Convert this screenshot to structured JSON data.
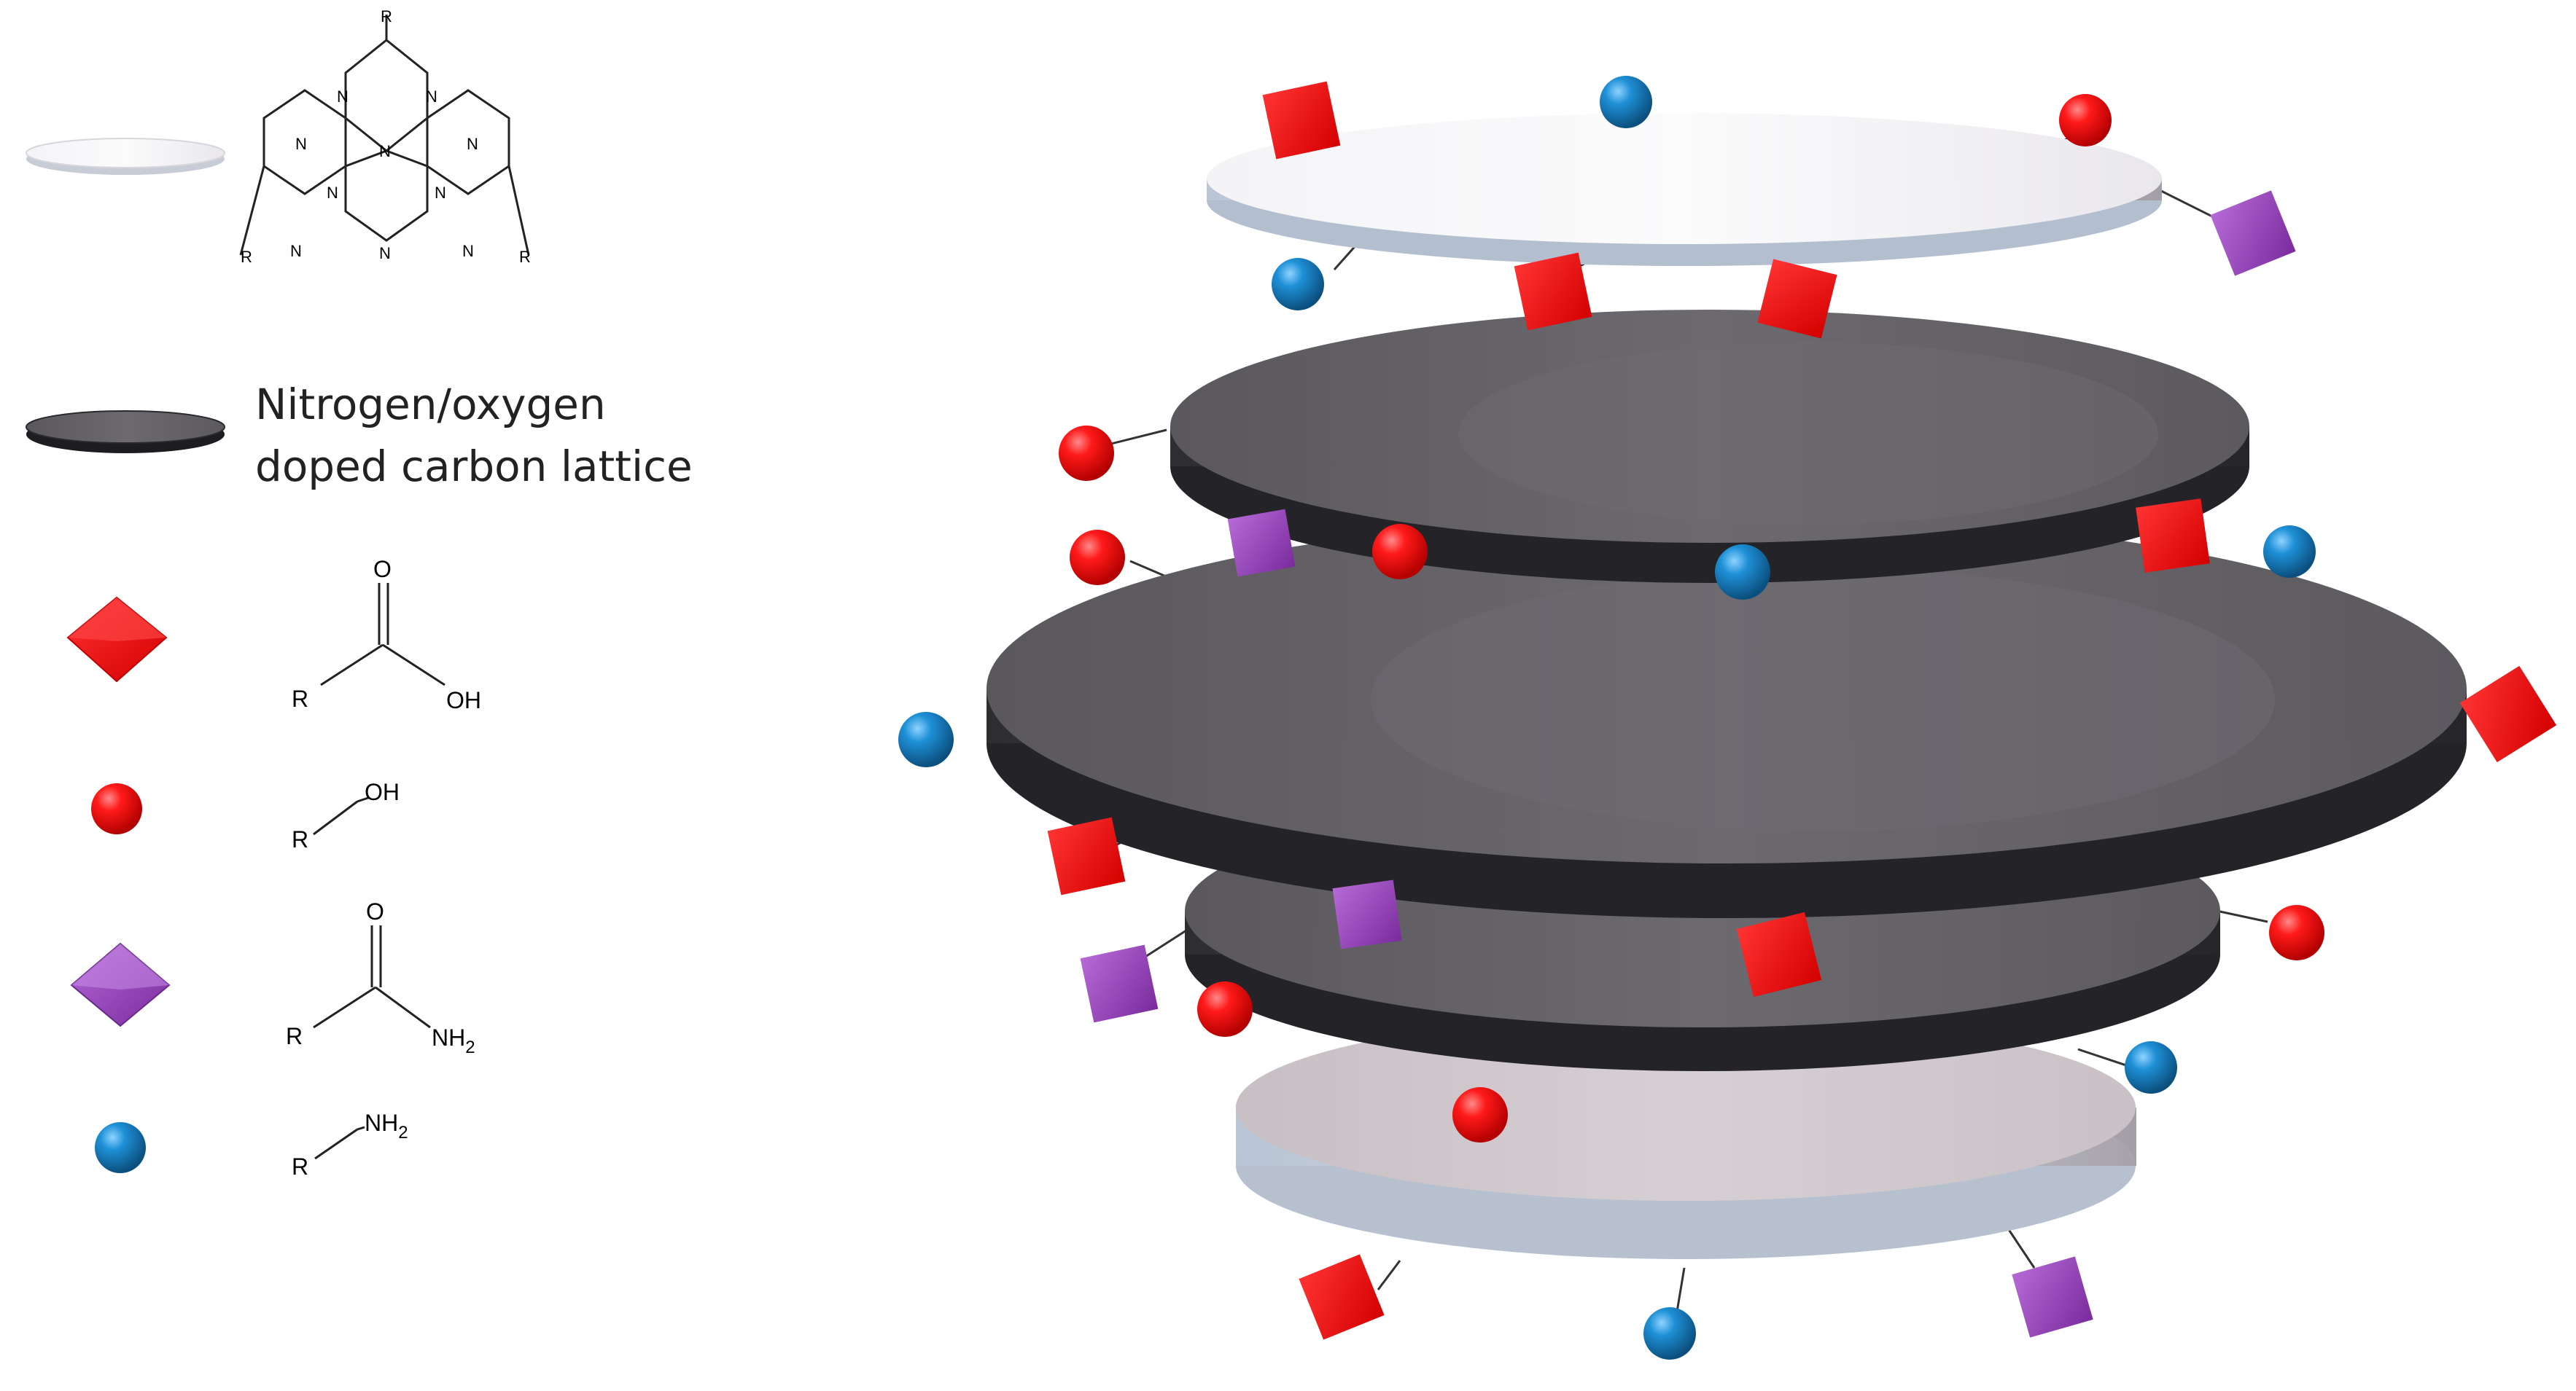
{
  "legend": {
    "triazine": {
      "atom_n": "N",
      "atom_r": "R"
    },
    "carbon_lattice": {
      "label_line1": "Nitrogen/oxygen",
      "label_line2": "doped carbon lattice"
    },
    "carboxyl": {
      "r": "R",
      "o": "O",
      "oh": "OH"
    },
    "hydroxyl": {
      "r": "R",
      "oh": "OH"
    },
    "amide": {
      "r": "R",
      "o": "O",
      "nh": "NH",
      "sub": "2"
    },
    "amine": {
      "r": "R",
      "nh": "NH",
      "sub": "2"
    }
  },
  "colors": {
    "carboxyl": "#ff0000",
    "hydroxyl": "#ff0000",
    "amide": "#9b3dbf",
    "amine": "#1e90d6",
    "light_sheet": "#e8e6ea",
    "dark_sheet": "#4a484c"
  },
  "icons": {
    "carboxyl": "red-diamond-icon",
    "hydroxyl": "red-sphere-icon",
    "amide": "purple-diamond-icon",
    "amine": "blue-sphere-icon",
    "light_sheet": "light-disc-icon",
    "dark_sheet": "dark-disc-icon"
  }
}
